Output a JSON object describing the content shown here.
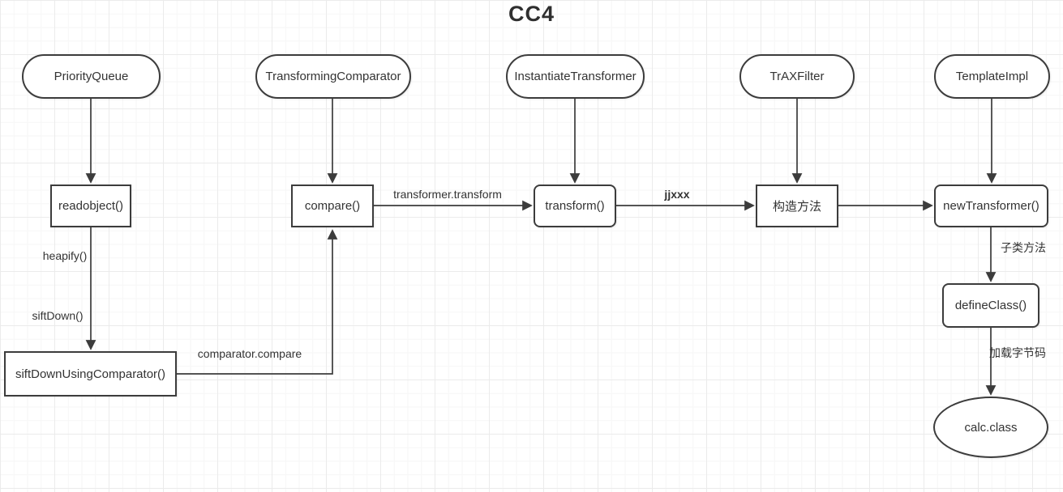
{
  "title": "CC4",
  "colors": {
    "stroke": "#3c3c3c",
    "text": "#333333",
    "background": "#ffffff",
    "grid_minor": "#f6f6f6",
    "grid_major": "#ebebeb"
  },
  "nodes": {
    "priority_queue": {
      "label": "PriorityQueue",
      "shape": "stadium"
    },
    "transforming_comparator": {
      "label": "TransformingComparator",
      "shape": "stadium"
    },
    "instantiate_transformer": {
      "label": "InstantiateTransformer",
      "shape": "stadium"
    },
    "trax_filter": {
      "label": "TrAXFilter",
      "shape": "stadium"
    },
    "template_impl": {
      "label": "TemplateImpl",
      "shape": "stadium"
    },
    "readobject": {
      "label": "readobject()",
      "shape": "rect"
    },
    "compare": {
      "label": "compare()",
      "shape": "rect"
    },
    "transform": {
      "label": "transform()",
      "shape": "rounded-rect"
    },
    "constructor_method": {
      "label": "构造方法",
      "shape": "rect"
    },
    "new_transformer": {
      "label": "newTransformer()",
      "shape": "rounded-rect"
    },
    "sift_down_using_comparator": {
      "label": "siftDownUsingComparator()",
      "shape": "rect"
    },
    "define_class": {
      "label": "defineClass()",
      "shape": "rounded-rect"
    },
    "calc_class": {
      "label": "calc.class",
      "shape": "ellipse"
    }
  },
  "edge_labels": {
    "heapify": "heapify()",
    "sift_down": "siftDown()",
    "comparator_compare": "comparator.compare",
    "transformer_transform": "transformer.transform",
    "jjxxx": "jjxxx",
    "subclass_method": "子类方法",
    "load_bytecode": "加载字节码"
  }
}
